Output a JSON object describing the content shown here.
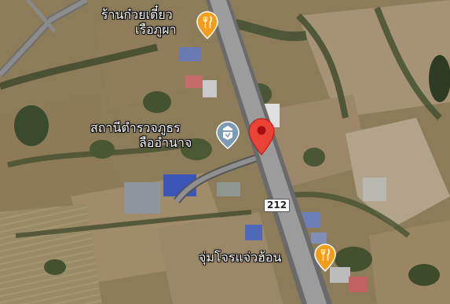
{
  "places": {
    "restaurant_1": {
      "name": "ร้านก๋วยเตี๋ยว",
      "name_line2": "เรือภูผา",
      "icon": "restaurant-icon",
      "color": "#f29d1a"
    },
    "police_station": {
      "name": "สถานีตำรวจภูธร",
      "name_line2": "ลืออำนาจ",
      "icon": "police-station-icon",
      "color": "#7d9bb5"
    },
    "restaurant_2": {
      "name": "จุ่มโจรแจ่วฮ้อน",
      "icon": "restaurant-icon",
      "color": "#f29d1a"
    }
  },
  "route": {
    "shield": "212"
  },
  "marker": {
    "icon": "location-pin-icon",
    "color": "#ea4335"
  }
}
